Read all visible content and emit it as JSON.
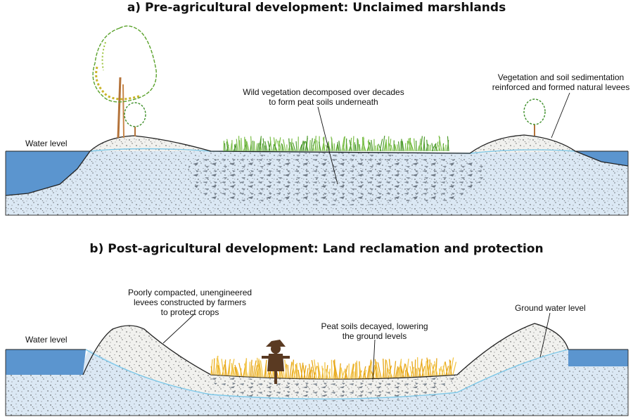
{
  "panel_a": {
    "title": "a) Pre-agricultural development: Unclaimed marshlands",
    "water_level_label": "Water level",
    "peat_label": [
      "Wild vegetation decomposed over decades",
      "to form peat soils underneath"
    ],
    "levee_label": [
      "Vegetation and soil sedimentation",
      "reinforced and formed natural levees"
    ]
  },
  "panel_b": {
    "title": "b) Post-agricultural development: Land reclamation and protection",
    "water_level_label": "Water level",
    "levee_label": [
      "Poorly compacted, unengineered",
      "levees constructed by farmers",
      "to protect crops"
    ],
    "peat_label": [
      "Peat soils decayed, lowering",
      "the ground levels"
    ],
    "groundwater_label": "Ground water level"
  },
  "colors": {
    "water": "#5b95cf",
    "saturated_soil": "#dbe8f4",
    "dry_soil": "#f1f1ee",
    "grass": "#4c9a2a",
    "dry_crops": "#e7a615",
    "groundwater_line": "#7ec8e8"
  }
}
